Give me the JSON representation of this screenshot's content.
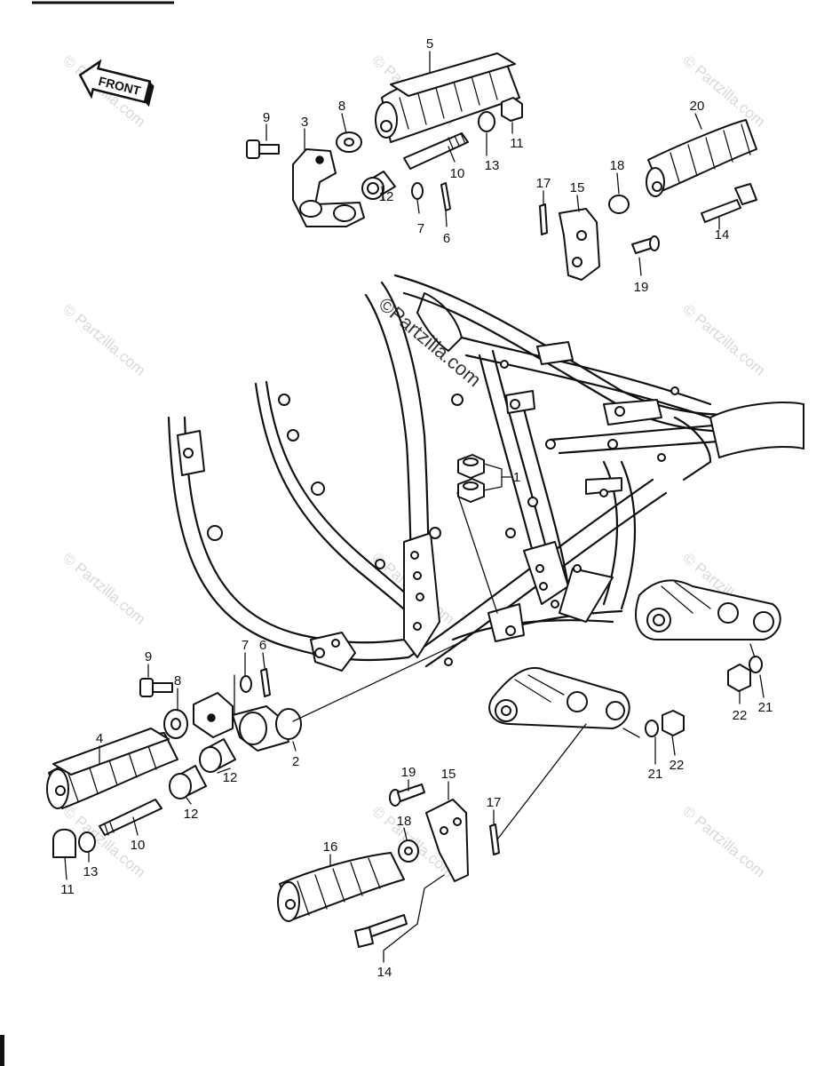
{
  "direction_label": "FRONT",
  "watermark_text": "© Partzilla.com",
  "center_watermark_text": "©Partzilla.com",
  "callouts": [
    {
      "id": "c5",
      "label": "5"
    },
    {
      "id": "c9a",
      "label": "9"
    },
    {
      "id": "c3",
      "label": "3"
    },
    {
      "id": "c8a",
      "label": "8"
    },
    {
      "id": "c11a",
      "label": "11"
    },
    {
      "id": "c10a",
      "label": "10"
    },
    {
      "id": "c13a",
      "label": "13"
    },
    {
      "id": "c12a",
      "label": "12"
    },
    {
      "id": "c7a",
      "label": "7"
    },
    {
      "id": "c6a",
      "label": "6"
    },
    {
      "id": "c20",
      "label": "20"
    },
    {
      "id": "c17a",
      "label": "17"
    },
    {
      "id": "c15a",
      "label": "15"
    },
    {
      "id": "c18a",
      "label": "18"
    },
    {
      "id": "c14a",
      "label": "14"
    },
    {
      "id": "c19a",
      "label": "19"
    },
    {
      "id": "c1",
      "label": "1"
    },
    {
      "id": "c7b",
      "label": "7"
    },
    {
      "id": "c6b",
      "label": "6"
    },
    {
      "id": "c9b",
      "label": "9"
    },
    {
      "id": "c8b",
      "label": "8"
    },
    {
      "id": "c4",
      "label": "4"
    },
    {
      "id": "c2",
      "label": "2"
    },
    {
      "id": "c12b",
      "label": "12"
    },
    {
      "id": "c12c",
      "label": "12"
    },
    {
      "id": "c10b",
      "label": "10"
    },
    {
      "id": "c13b",
      "label": "13"
    },
    {
      "id": "c11b",
      "label": "11"
    },
    {
      "id": "c19b",
      "label": "19"
    },
    {
      "id": "c15b",
      "label": "15"
    },
    {
      "id": "c17b",
      "label": "17"
    },
    {
      "id": "c18b",
      "label": "18"
    },
    {
      "id": "c16",
      "label": "16"
    },
    {
      "id": "c14b",
      "label": "14"
    },
    {
      "id": "c22a",
      "label": "22"
    },
    {
      "id": "c21a",
      "label": "21"
    },
    {
      "id": "c21b",
      "label": "21"
    },
    {
      "id": "c22b",
      "label": "22"
    }
  ]
}
